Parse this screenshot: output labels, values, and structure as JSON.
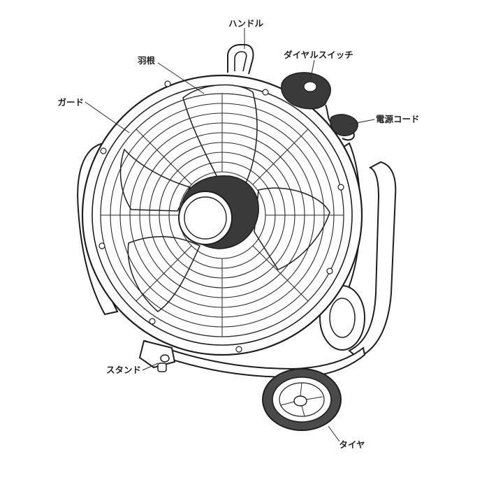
{
  "diagram": {
    "labels": {
      "handle": "ハンドル",
      "dial_switch": "ダイヤルスイッチ",
      "blade": "羽根",
      "guard": "ガード",
      "power_cord": "電源コード",
      "stand": "スタンド",
      "tire": "タイヤ"
    },
    "colors": {
      "line": "#1e1e1e",
      "hub_dark": "#3a3a3a",
      "tire_dark": "#4a4a4a",
      "background": "#ffffff"
    }
  }
}
